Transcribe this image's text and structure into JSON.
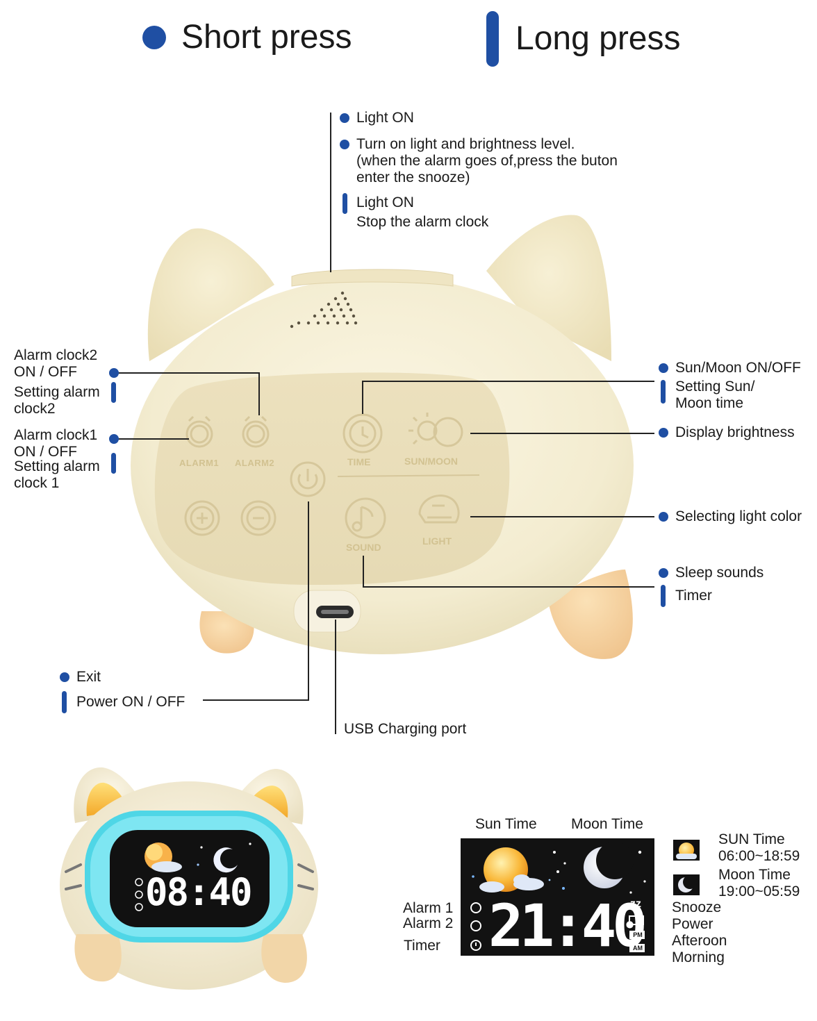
{
  "legend": {
    "short_press": "Short press",
    "long_press": "Long press",
    "accent_color": "#1f4fa3"
  },
  "top_button": {
    "short_1": "Light ON",
    "short_2_line1": "Turn on light and brightness level.",
    "short_2_line2": "(when the alarm goes of,press the buton",
    "short_2_line3": "enter the snooze)",
    "long_1": "Light ON",
    "long_2": "Stop the alarm clock"
  },
  "left_labels": {
    "alarm2_short_line1": "Alarm clock2",
    "alarm2_short_line2": "ON / OFF",
    "alarm2_long_line1": "Setting alarm",
    "alarm2_long_line2": "clock2",
    "alarm1_short_line1": "Alarm clock1",
    "alarm1_short_line2": "ON / OFF",
    "alarm1_long_line1": "Setting alarm",
    "alarm1_long_line2": "clock 1"
  },
  "right_labels": {
    "sunmoon_short": "Sun/Moon ON/OFF",
    "sunmoon_long_line1": "Setting Sun/",
    "sunmoon_long_line2": "Moon time",
    "brightness": "Display brightness",
    "light_color": "Selecting light color",
    "sleep_sounds": "Sleep sounds",
    "timer": "Timer"
  },
  "bottom_labels": {
    "exit": "Exit",
    "power": "Power ON / OFF",
    "usb": "USB Charging port"
  },
  "panel_buttons": {
    "alarm1": "ALARM1",
    "alarm2": "ALARM2",
    "time": "TIME",
    "sunmoon": "SUN/MOON",
    "sound": "SOUND",
    "light": "LIGHT"
  },
  "small_clock": {
    "time": "08:40"
  },
  "display": {
    "sun_time_label": "Sun Time",
    "moon_time_label": "Moon Time",
    "alarm1": "Alarm 1",
    "alarm2": "Alarm 2",
    "timer": "Timer",
    "time": "21:40",
    "pm": "PM",
    "am": "AM",
    "zz": "zz"
  },
  "display_legend": {
    "sun_time": "SUN Time",
    "sun_range": "06:00~18:59",
    "moon_time": "Moon Time",
    "moon_range": "19:00~05:59",
    "snooze": "Snooze",
    "power": "Power",
    "afternoon": "Afteroon",
    "morning": "Morning"
  }
}
